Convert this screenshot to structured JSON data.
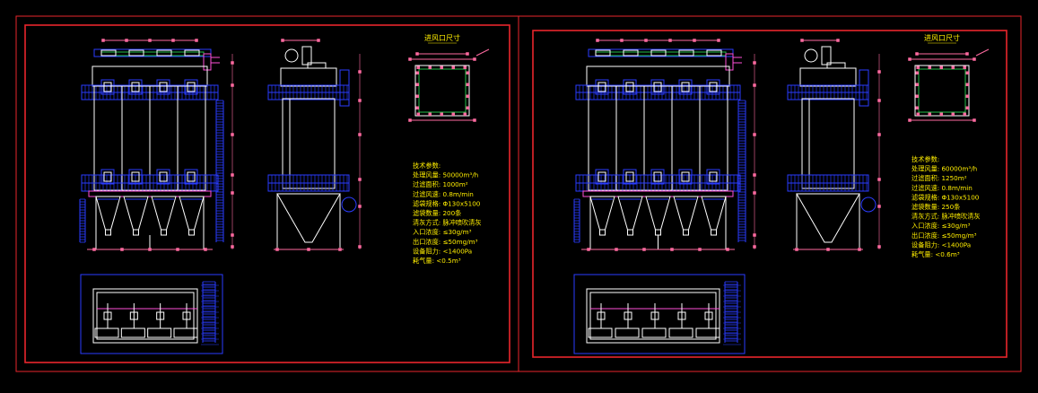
{
  "colors": {
    "background": "#000000",
    "frame": "#e8262c",
    "structure": "#ffffff",
    "platform": "#2a3cff",
    "dimension": "#ff6aa0",
    "duct": "#ff4fd8",
    "flange_inner": "#22c04a",
    "text": "#ffee00"
  },
  "sheets": [
    {
      "id": "left",
      "modules": 4,
      "flange_title": "进风口尺寸",
      "spec_lines": [
        "技术参数:",
        "处理风量:  50000m³/h",
        "过滤面积:  1000m²",
        "过滤风速:  0.8m/min",
        "滤袋规格:  Φ130x5100",
        "滤袋数量:  200条",
        "清灰方式:  脉冲喷吹清灰",
        "入口浓度:  ≤30g/m³",
        "出口浓度:  ≤50mg/m³",
        "设备阻力:  <1400Pa",
        "耗气量:    <0.5m³"
      ]
    },
    {
      "id": "right",
      "modules": 5,
      "flange_title": "进风口尺寸",
      "spec_lines": [
        "技术参数:",
        "处理风量:  60000m³/h",
        "过滤面积:  1250m²",
        "过滤风速:  0.8m/min",
        "滤袋规格:  Φ130x5100",
        "滤袋数量:  250条",
        "清灰方式:  脉冲喷吹清灰",
        "入口浓度:  ≤30g/m³",
        "出口浓度:  ≤50mg/m³",
        "设备阻力:  <1400Pa",
        "耗气量:    <0.6m³"
      ]
    }
  ]
}
